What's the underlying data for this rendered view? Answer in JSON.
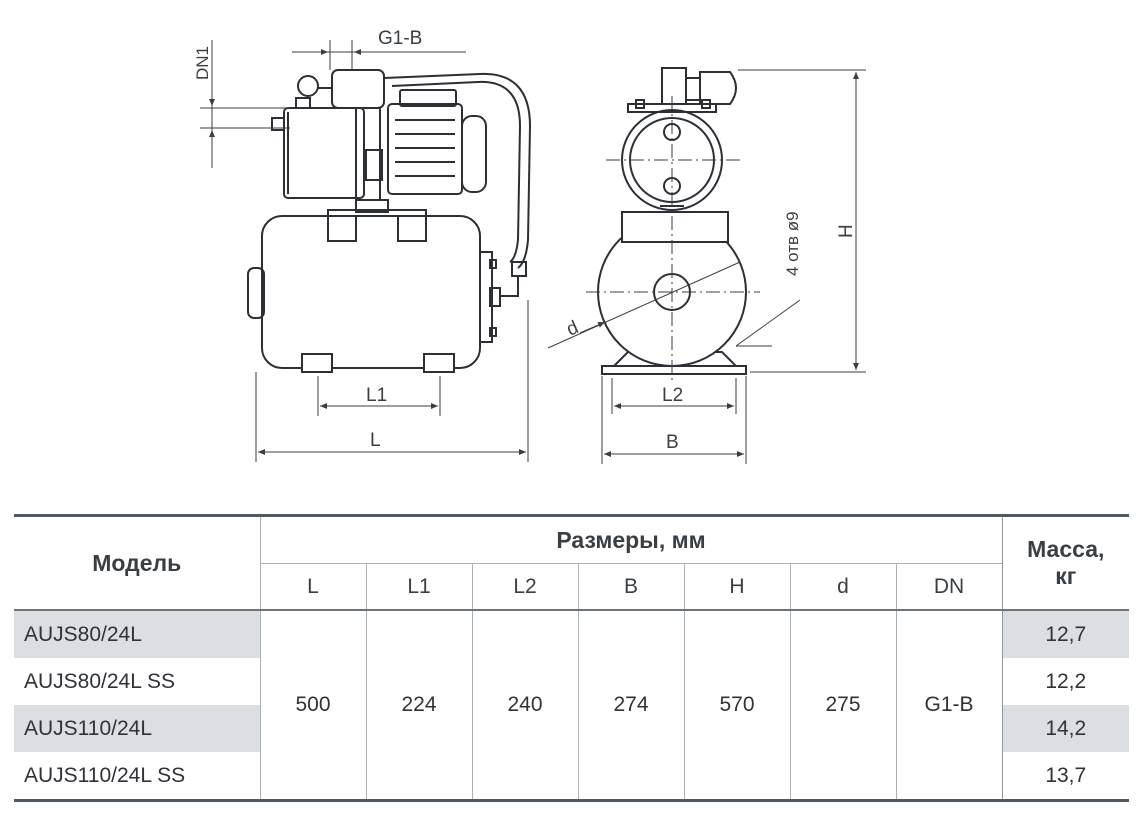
{
  "drawing": {
    "labels": {
      "dn1": "DN1",
      "g1b": "G1-B",
      "l1": "L1",
      "l": "L",
      "d": "d",
      "l2": "L2",
      "b": "B",
      "holes": "4 отв ø9",
      "h": "H"
    }
  },
  "table": {
    "model_header": "Модель",
    "dimensions_header": "Размеры, мм",
    "mass_header_line1": "Масса,",
    "mass_header_line2": "кг",
    "columns": [
      "L",
      "L1",
      "L2",
      "B",
      "H",
      "d",
      "DN"
    ],
    "shared_values": [
      "500",
      "224",
      "240",
      "274",
      "570",
      "275",
      "G1-B"
    ],
    "rows": [
      {
        "model": "AUJS80/24L",
        "mass": "12,7"
      },
      {
        "model": "AUJS80/24L SS",
        "mass": "12,2"
      },
      {
        "model": "AUJS110/24L",
        "mass": "14,2"
      },
      {
        "model": "AUJS110/24L SS",
        "mass": "13,7"
      }
    ]
  }
}
